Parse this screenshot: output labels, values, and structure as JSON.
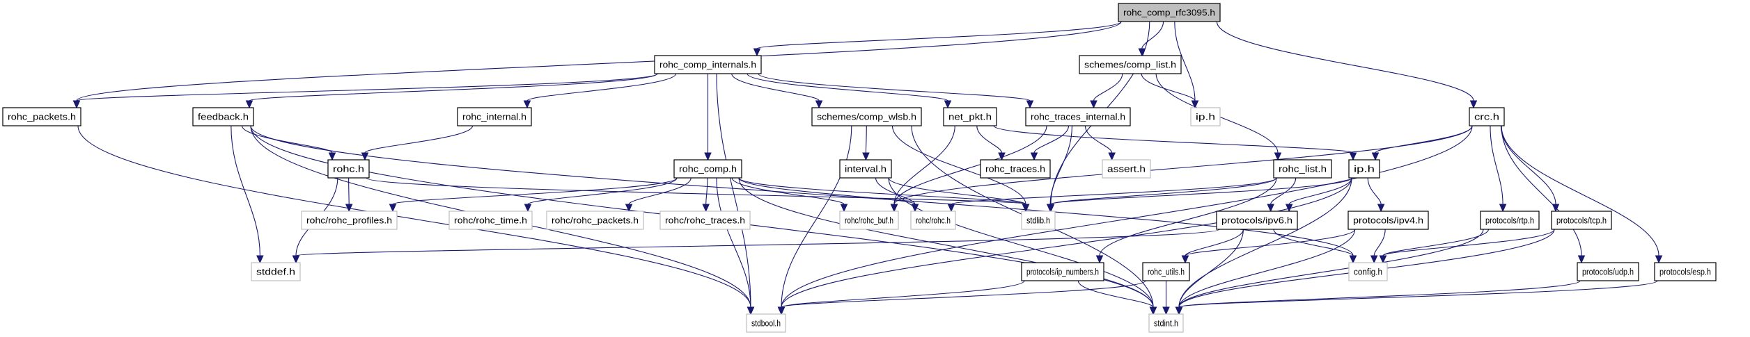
{
  "title": "rohc_comp_rfc3095.h",
  "colors": {
    "edge": "#191970",
    "root_fill": "#bfbfbf",
    "node_border": "#000000",
    "external_border": "#bfbfbf",
    "node_fill": "#ffffff"
  },
  "nodes": [
    {
      "id": "root",
      "label": "rohc_comp_rfc3095.h",
      "kind": "root"
    },
    {
      "id": "rohc_comp_internals",
      "label": "rohc_comp_internals.h",
      "kind": "doc"
    },
    {
      "id": "comp_list",
      "label": "schemes/comp_list.h",
      "kind": "doc"
    },
    {
      "id": "crc",
      "label": "crc.h",
      "kind": "doc"
    },
    {
      "id": "rohc_packets",
      "label": "rohc_packets.h",
      "kind": "doc"
    },
    {
      "id": "feedback",
      "label": "feedback.h",
      "kind": "doc"
    },
    {
      "id": "rohc_internal",
      "label": "rohc_internal.h",
      "kind": "doc"
    },
    {
      "id": "comp_wlsb",
      "label": "schemes/comp_wlsb.h",
      "kind": "doc"
    },
    {
      "id": "net_pkt",
      "label": "net_pkt.h",
      "kind": "doc"
    },
    {
      "id": "rohc_traces_internal",
      "label": "rohc_traces_internal.h",
      "kind": "doc"
    },
    {
      "id": "ip_ext",
      "label": "ip.h",
      "kind": "external"
    },
    {
      "id": "rohc_h",
      "label": "rohc.h",
      "kind": "doc"
    },
    {
      "id": "rohc_comp",
      "label": "rohc_comp.h",
      "kind": "doc"
    },
    {
      "id": "interval",
      "label": "interval.h",
      "kind": "doc"
    },
    {
      "id": "rohc_traces",
      "label": "rohc_traces.h",
      "kind": "doc"
    },
    {
      "id": "assert",
      "label": "assert.h",
      "kind": "external"
    },
    {
      "id": "rohc_list",
      "label": "rohc_list.h",
      "kind": "doc"
    },
    {
      "id": "ip_h",
      "label": "ip.h",
      "kind": "doc"
    },
    {
      "id": "rohc_profiles",
      "label": "rohc/rohc_profiles.h",
      "kind": "external"
    },
    {
      "id": "rohc_time",
      "label": "rohc/rohc_time.h",
      "kind": "external"
    },
    {
      "id": "rohc_rohc_packets",
      "label": "rohc/rohc_packets.h",
      "kind": "external"
    },
    {
      "id": "rohc_rohc_traces",
      "label": "rohc/rohc_traces.h",
      "kind": "external"
    },
    {
      "id": "rohc_buf",
      "label": "rohc/rohc_buf.h",
      "kind": "external"
    },
    {
      "id": "rohc_rohc",
      "label": "rohc/rohc.h",
      "kind": "external"
    },
    {
      "id": "stdlib",
      "label": "stdlib.h",
      "kind": "external"
    },
    {
      "id": "ipv6",
      "label": "protocols/ipv6.h",
      "kind": "doc"
    },
    {
      "id": "ipv4",
      "label": "protocols/ipv4.h",
      "kind": "doc"
    },
    {
      "id": "rtp",
      "label": "protocols/rtp.h",
      "kind": "doc"
    },
    {
      "id": "tcp",
      "label": "protocols/tcp.h",
      "kind": "doc"
    },
    {
      "id": "stddef",
      "label": "stddef.h",
      "kind": "external"
    },
    {
      "id": "ip_numbers",
      "label": "protocols/ip_numbers.h",
      "kind": "doc"
    },
    {
      "id": "rohc_utils",
      "label": "rohc_utils.h",
      "kind": "doc"
    },
    {
      "id": "config",
      "label": "config.h",
      "kind": "external"
    },
    {
      "id": "udp",
      "label": "protocols/udp.h",
      "kind": "doc"
    },
    {
      "id": "esp",
      "label": "protocols/esp.h",
      "kind": "doc"
    },
    {
      "id": "stdbool",
      "label": "stdbool.h",
      "kind": "external"
    },
    {
      "id": "stdint",
      "label": "stdint.h",
      "kind": "external"
    }
  ],
  "edges": [
    [
      "root",
      "rohc_comp_internals"
    ],
    [
      "root",
      "rohc_packets"
    ],
    [
      "root",
      "comp_list"
    ],
    [
      "root",
      "ip_ext"
    ],
    [
      "root",
      "stdlib"
    ],
    [
      "root",
      "crc"
    ],
    [
      "rohc_comp_internals",
      "rohc_packets"
    ],
    [
      "rohc_comp_internals",
      "feedback"
    ],
    [
      "rohc_comp_internals",
      "rohc_internal"
    ],
    [
      "rohc_comp_internals",
      "rohc_comp"
    ],
    [
      "rohc_comp_internals",
      "comp_wlsb"
    ],
    [
      "rohc_comp_internals",
      "net_pkt"
    ],
    [
      "rohc_comp_internals",
      "rohc_traces_internal"
    ],
    [
      "rohc_comp_internals",
      "stdbool"
    ],
    [
      "comp_list",
      "rohc_traces_internal"
    ],
    [
      "comp_list",
      "ip_ext"
    ],
    [
      "comp_list",
      "rohc_list"
    ],
    [
      "crc",
      "ip_h"
    ],
    [
      "crc",
      "rohc_buf"
    ],
    [
      "crc",
      "rtp"
    ],
    [
      "crc",
      "tcp"
    ],
    [
      "crc",
      "udp"
    ],
    [
      "crc",
      "esp"
    ],
    [
      "crc",
      "stdbool"
    ],
    [
      "rohc_packets",
      "stdbool"
    ],
    [
      "feedback",
      "rohc_h"
    ],
    [
      "feedback",
      "stddef"
    ],
    [
      "feedback",
      "stdbool"
    ],
    [
      "feedback",
      "stdint"
    ],
    [
      "feedback",
      "config"
    ],
    [
      "rohc_internal",
      "rohc_h"
    ],
    [
      "rohc_h",
      "rohc_profiles"
    ],
    [
      "rohc_h",
      "stddef"
    ],
    [
      "rohc_h",
      "stdlib"
    ],
    [
      "rohc_comp",
      "rohc_profiles"
    ],
    [
      "rohc_comp",
      "rohc_time"
    ],
    [
      "rohc_comp",
      "rohc_rohc_packets"
    ],
    [
      "rohc_comp",
      "rohc_rohc_traces"
    ],
    [
      "rohc_comp",
      "rohc_buf"
    ],
    [
      "rohc_comp",
      "rohc_rohc"
    ],
    [
      "rohc_comp",
      "stdlib"
    ],
    [
      "rohc_comp",
      "stdbool"
    ],
    [
      "rohc_comp",
      "stdint"
    ],
    [
      "comp_wlsb",
      "interval"
    ],
    [
      "comp_wlsb",
      "stdbool"
    ],
    [
      "comp_wlsb",
      "stdlib"
    ],
    [
      "comp_wlsb",
      "stdint"
    ],
    [
      "net_pkt",
      "rohc_traces"
    ],
    [
      "net_pkt",
      "ip_h"
    ],
    [
      "net_pkt",
      "rohc_buf"
    ],
    [
      "rohc_traces_internal",
      "rohc_traces"
    ],
    [
      "rohc_traces_internal",
      "assert"
    ],
    [
      "rohc_traces_internal",
      "stdlib"
    ],
    [
      "rohc_traces_internal",
      "rohc_buf"
    ],
    [
      "interval",
      "rohc_rohc"
    ],
    [
      "interval",
      "stdlib"
    ],
    [
      "interval",
      "stdint"
    ],
    [
      "rohc_list",
      "ipv6"
    ],
    [
      "rohc_list",
      "ip_numbers"
    ],
    [
      "rohc_list",
      "stdlib"
    ],
    [
      "rohc_list",
      "rohc_rohc"
    ],
    [
      "ip_h",
      "ipv6"
    ],
    [
      "ip_h",
      "ipv4"
    ],
    [
      "ip_h",
      "stdlib"
    ],
    [
      "ip_h",
      "stdint"
    ],
    [
      "ip_h",
      "stdbool"
    ],
    [
      "ipv6",
      "rohc_utils"
    ],
    [
      "ipv6",
      "config"
    ],
    [
      "ipv6",
      "stdint"
    ],
    [
      "ipv6",
      "stddef"
    ],
    [
      "ipv4",
      "rohc_utils"
    ],
    [
      "ipv4",
      "config"
    ],
    [
      "ipv4",
      "stdint"
    ],
    [
      "rtp",
      "config"
    ],
    [
      "rtp",
      "stdint"
    ],
    [
      "tcp",
      "config"
    ],
    [
      "tcp",
      "stdint"
    ],
    [
      "ip_numbers",
      "stdint"
    ],
    [
      "ip_numbers",
      "stdbool"
    ],
    [
      "rohc_utils",
      "stdint"
    ],
    [
      "rohc_utils",
      "stdbool"
    ],
    [
      "udp",
      "stdint"
    ],
    [
      "esp",
      "stdint"
    ]
  ]
}
